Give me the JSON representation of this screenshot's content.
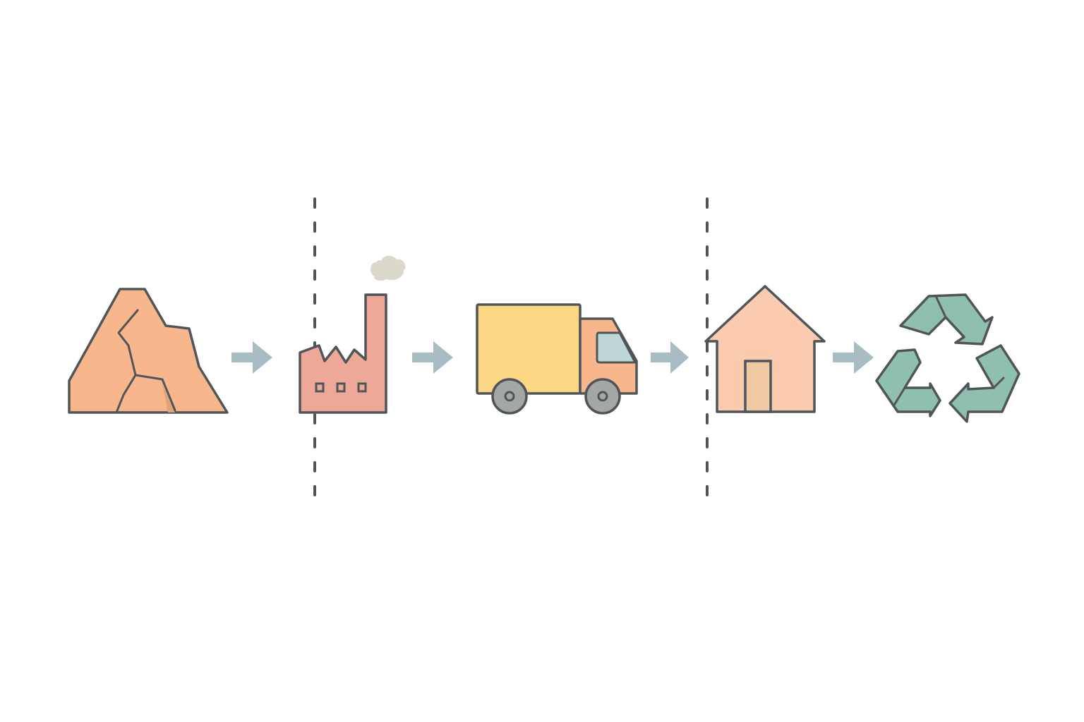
{
  "diagram": {
    "type": "process-flow",
    "stages": [
      {
        "id": "raw-material",
        "icon": "rock-mountain-icon"
      },
      {
        "id": "manufacturing",
        "icon": "factory-icon"
      },
      {
        "id": "distribution",
        "icon": "delivery-truck-icon"
      },
      {
        "id": "use",
        "icon": "house-icon"
      },
      {
        "id": "end-of-life",
        "icon": "recycle-icon"
      }
    ],
    "connectors": [
      {
        "from": "raw-material",
        "to": "manufacturing",
        "icon": "right-arrow-icon"
      },
      {
        "from": "manufacturing",
        "to": "distribution",
        "icon": "right-arrow-icon"
      },
      {
        "from": "distribution",
        "to": "use",
        "icon": "right-arrow-icon"
      },
      {
        "from": "use",
        "to": "end-of-life",
        "icon": "right-arrow-icon"
      }
    ],
    "dividers": [
      {
        "between": [
          "raw-material",
          "manufacturing"
        ],
        "style": "dashed"
      },
      {
        "between": [
          "distribution",
          "use"
        ],
        "style": "dashed"
      }
    ],
    "colors": {
      "outline": "#4f5559",
      "rock": "#f7b68b",
      "rock_shadow": "#e0a37a",
      "factory": "#eea898",
      "smoke": "#ddd8cc",
      "truck_box": "#fdd884",
      "truck_cab": "#f7b68b",
      "truck_window": "#bfd6d8",
      "wheel": "#a4a7a6",
      "house": "#fbcbb0",
      "door": "#efc9a4",
      "recycle": "#8fbfae",
      "arrow": "#a8bcc4",
      "divider": "#4f5559"
    }
  }
}
